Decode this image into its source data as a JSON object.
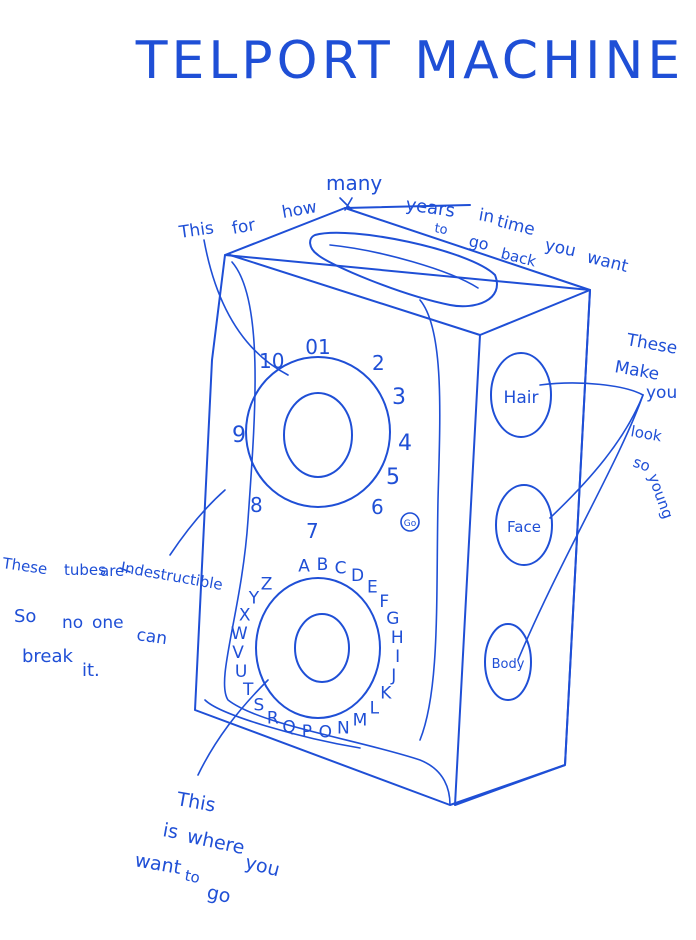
{
  "title": "TELPORT MACHINE",
  "annotations": {
    "years_note": [
      "This",
      "for",
      "how",
      "many",
      "years",
      "in",
      "time",
      "you",
      "want",
      "to",
      "go",
      "back"
    ],
    "tubes_note": [
      "These",
      "tubes",
      "are",
      "Indestructible",
      "So",
      "no",
      "one",
      "can",
      "break",
      "it."
    ],
    "buttons_note": [
      "These",
      "Make",
      "you",
      "look",
      "so",
      "young"
    ],
    "dial_note": [
      "This",
      "is",
      "where",
      "you",
      "want",
      "to",
      "go"
    ]
  },
  "year_dial": {
    "digits": [
      "0",
      "1",
      "2",
      "3",
      "4",
      "5",
      "6",
      "7",
      "8",
      "9",
      "10"
    ],
    "button_label": "Go"
  },
  "letter_dial": {
    "letters": [
      "A",
      "B",
      "C",
      "D",
      "E",
      "F",
      "G",
      "H",
      "I",
      "J",
      "K",
      "L",
      "M",
      "N",
      "O",
      "P",
      "Q",
      "R",
      "S",
      "T",
      "U",
      "V",
      "W",
      "X",
      "Y",
      "Z"
    ]
  },
  "side_buttons": [
    "Hair",
    "Face",
    "Body"
  ],
  "colors": {
    "ink": "#1f4fd6",
    "paper": "#ffffff"
  }
}
